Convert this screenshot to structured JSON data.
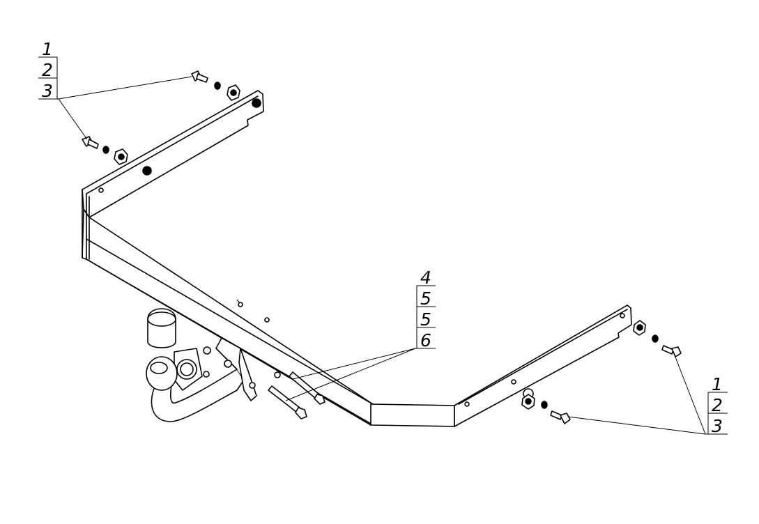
{
  "callouts": {
    "top_left": [
      "1",
      "2",
      "3"
    ],
    "center": [
      "4",
      "5",
      "5",
      "6"
    ],
    "bottom_right": [
      "1",
      "2",
      "3"
    ]
  },
  "colors": {
    "line": "#000000",
    "background": "#ffffff"
  },
  "parts": [
    "tow-bar-beam",
    "left-side-bracket",
    "right-side-bracket",
    "tow-ball",
    "ball-cap",
    "socket-plate",
    "bolt",
    "washer",
    "nut"
  ]
}
